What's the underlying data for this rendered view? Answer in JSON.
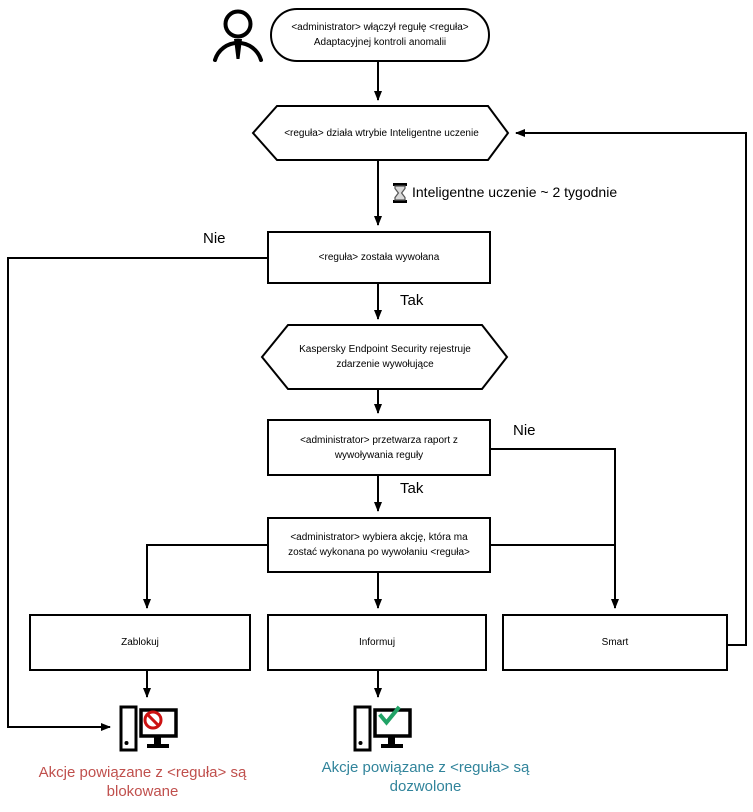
{
  "diagram_title": "Adaptive Anomaly Control rule flowchart",
  "colors": {
    "line": "#000000",
    "node_border": "#000000",
    "blocked_caption": "#c0504d",
    "allowed_caption": "#31849b",
    "blocked_icon": "#cc1111",
    "allowed_icon": "#21a366"
  },
  "icons": {
    "actor": "person-outline-icon",
    "wait": "hourglass-icon",
    "blocked": "computer-with-prohibition-icon",
    "allowed": "computer-with-checkmark-icon"
  },
  "nodes": {
    "start": {
      "line1": "<administrator> włączył regułę <reguła>",
      "line2": "Adaptacyjnej kontroli anomalii"
    },
    "smart_mode": {
      "label": "<reguła> działa wtrybie Inteligentne uczenie"
    },
    "rule_triggered": {
      "label": "<reguła> została wywołana"
    },
    "kes_registers": {
      "line1": "Kaspersky Endpoint Security rejestruje",
      "line2": "zdarzenie wywołujące"
    },
    "admin_report": {
      "line1": "<administrator> przetwarza raport z",
      "line2": "wywoływania reguły"
    },
    "admin_chooses": {
      "line1": "<administrator> wybiera akcję, która ma",
      "line2": "zostać wykonana po wywołaniu <reguła>"
    },
    "action_block": {
      "label": "Zablokuj"
    },
    "action_inform": {
      "label": "Informuj"
    },
    "action_smart": {
      "label": "Smart"
    }
  },
  "edge_labels": {
    "no_rule": "Nie",
    "yes_rule": "Tak",
    "no_report": "Nie",
    "yes_report": "Tak",
    "learning_time": "Inteligentne uczenie ~ 2 tygodnie"
  },
  "captions": {
    "blocked": {
      "line1": "Akcje powiązane z <reguła> są",
      "line2": "blokowane"
    },
    "allowed": {
      "line1": "Akcje powiązane z <reguła> są",
      "line2": "dozwolone"
    }
  }
}
